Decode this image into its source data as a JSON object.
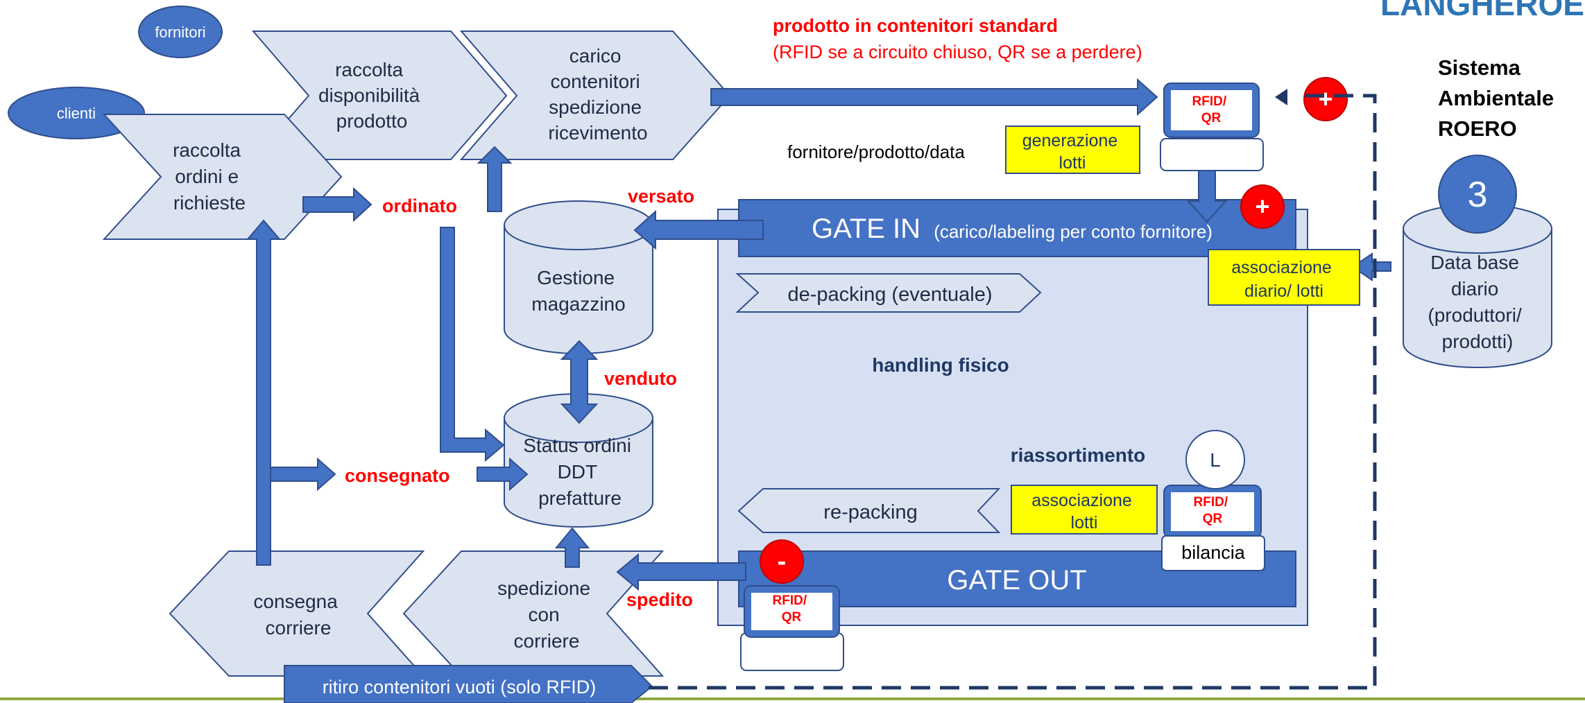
{
  "logo": {
    "text": "LANGHEROE"
  },
  "colors": {
    "arrow": "#4472c4",
    "shape_fill": "#dce3f0",
    "shape_stroke": "#2f4e8c",
    "gate_fill": "#4472c4",
    "highlight": "#ffff00",
    "accent_red": "#ff0000",
    "panel_fill": "#d6e0f2"
  },
  "nodes": {
    "fornitori": "fornitori",
    "clienti": "clienti",
    "raccolta_disponibilita": [
      "raccolta",
      "disponibilità",
      "prodotto"
    ],
    "carico_contenitori": [
      "carico",
      "contenitori",
      "spedizione",
      "ricevimento"
    ],
    "raccolta_ordini": [
      "raccolta",
      "ordini e",
      "richieste"
    ],
    "gestione_magazzino": [
      "Gestione",
      "magazzino"
    ],
    "status_ordini": [
      "Status ordini",
      "DDT",
      "prefatture"
    ],
    "consegna_corriere": [
      "consegna",
      "corriere"
    ],
    "spedizione_corriere": [
      "spedizione",
      "con",
      "corriere"
    ],
    "ritiro_contenitori": "ritiro contenitori vuoti (solo RFID)",
    "data_base": [
      "Data base",
      "diario",
      "(produttori/",
      "prodotti)"
    ],
    "db_number": "3"
  },
  "labels": {
    "ordinato": "ordinato",
    "versato": "versato",
    "venduto": "venduto",
    "consegnato": "consegnato",
    "spedito": "spedito",
    "prodotto_title": "prodotto in contenitori standard",
    "prodotto_sub": "(RFID se a circuito chiuso, QR se a perdere)",
    "fornitore_prodotto_data": "fornitore/prodotto/data",
    "sistema": [
      "Sistema",
      "Ambientale",
      "ROERO"
    ]
  },
  "warehouse": {
    "gate_in": "GATE IN",
    "gate_in_sub": "(carico/labeling per conto fornitore)",
    "gate_out": "GATE OUT",
    "depacking": "de-packing (eventuale)",
    "handling": "handling fisico",
    "riassortimento": "riassortimento",
    "repacking": "re-packing"
  },
  "yellow_boxes": {
    "generazione_lotti": [
      "generazione",
      "lotti"
    ],
    "associazione_diario": [
      "associazione",
      "diario/ lotti"
    ],
    "associazione_lotti": [
      "associazione",
      "lotti"
    ]
  },
  "devices": {
    "rfid_label": [
      "RFID/",
      "QR"
    ],
    "bilancia": "bilancia",
    "scale_letter": "L",
    "plus": "+",
    "minus": "-"
  }
}
